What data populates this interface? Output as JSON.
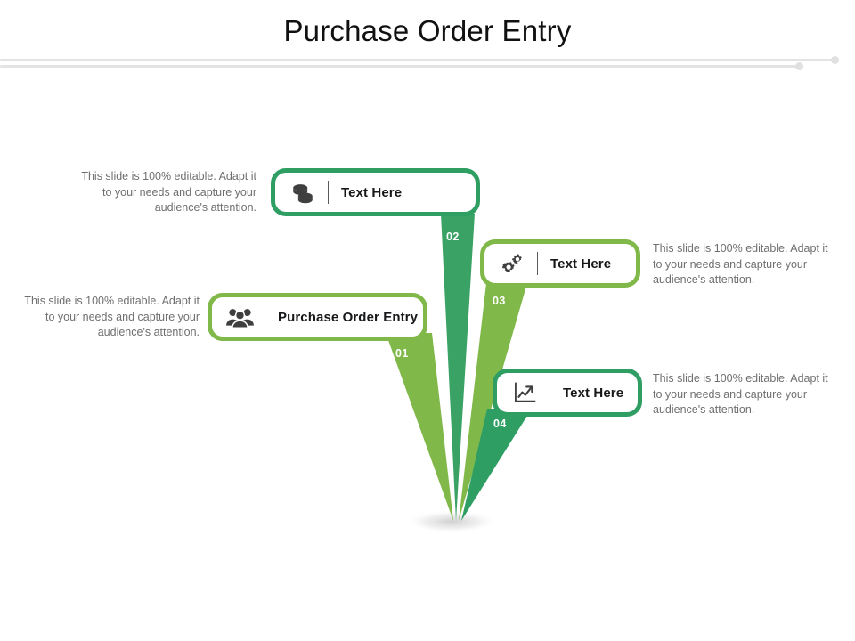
{
  "slide": {
    "title": "Purchase Order Entry",
    "background_color": "#ffffff"
  },
  "theme": {
    "green_light": "#81b84a",
    "green_dark": "#2f9e63",
    "text_gray": "#6f6f6f",
    "rule_gray": "#e3e3e3"
  },
  "nodes": [
    {
      "number": "01",
      "label": "Purchase Order Entry",
      "icon": "people-group-icon",
      "color": "#81b84a",
      "description": "This slide is 100% editable. Adapt it to your needs and capture your audience's attention."
    },
    {
      "number": "02",
      "label": "Text Here",
      "icon": "coins-icon",
      "color": "#2f9e63",
      "description": "This slide is 100% editable. Adapt it to your needs and capture your audience's attention."
    },
    {
      "number": "03",
      "label": "Text Here",
      "icon": "gears-icon",
      "color": "#81b84a",
      "description": "This slide is 100% editable. Adapt it to your needs and capture your audience's attention."
    },
    {
      "number": "04",
      "label": "Text Here",
      "icon": "growth-chart-icon",
      "color": "#2f9e63",
      "description": "This slide is 100% editable. Adapt it to your needs and capture your audience's attention."
    }
  ]
}
